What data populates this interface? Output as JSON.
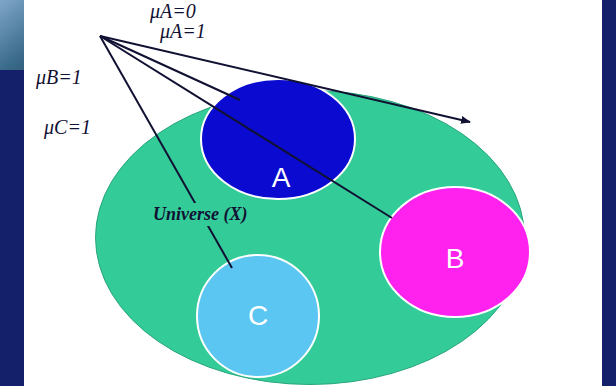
{
  "diagram": {
    "nodes": [
      {
        "text": [
          "Universe (X)"
        ]
      },
      {
        "text": [
          "A"
        ],
        "in": 0
      },
      {
        "text": [
          "B"
        ],
        "in": 0
      },
      {
        "text": [
          "C"
        ],
        "in": 0
      }
    ],
    "labels": [
      "μA=0",
      "μA=1",
      "μB=1",
      "μC=1"
    ]
  }
}
